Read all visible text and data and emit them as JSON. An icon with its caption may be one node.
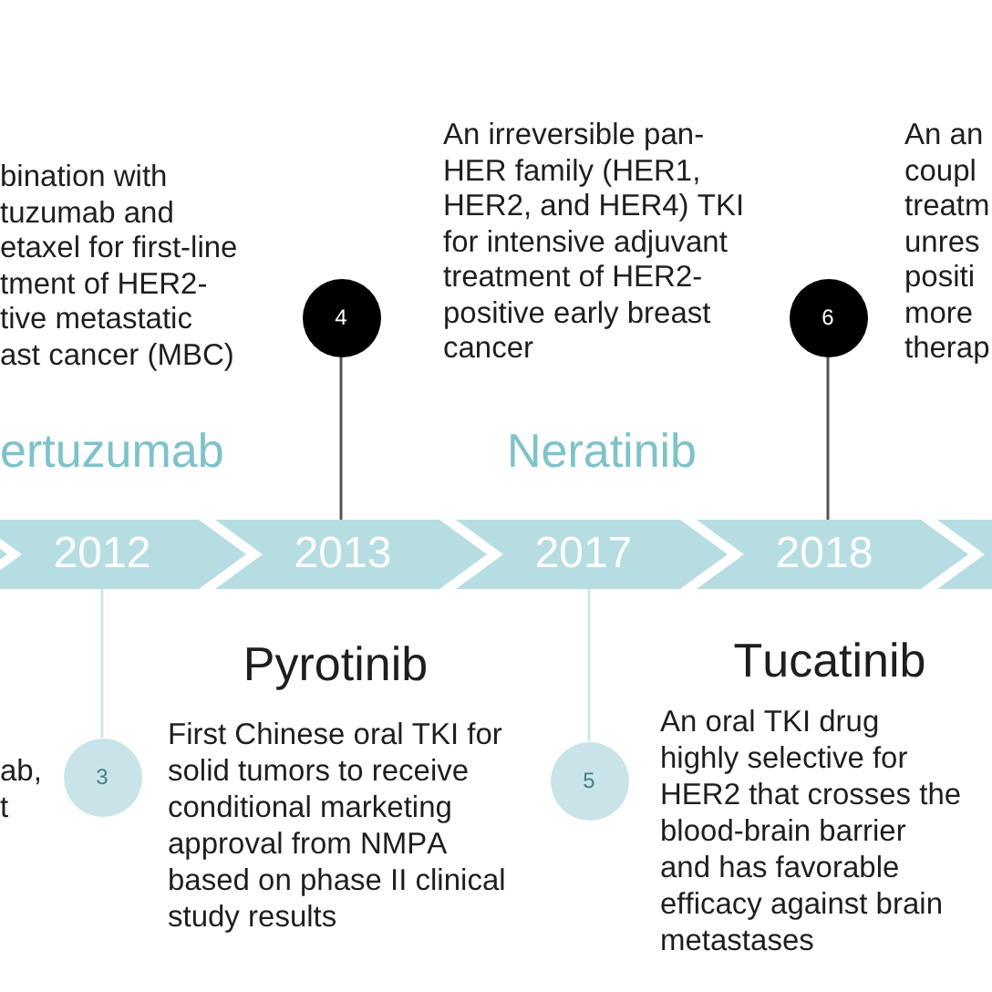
{
  "diagram": {
    "nodes": [
      {
        "text": [
          "4"
        ]
      },
      {
        "text": [
          "6"
        ]
      },
      {
        "text": [],
        "shape": "band"
      },
      {
        "text": [
          "2012"
        ]
      },
      {
        "text": [
          "2013"
        ]
      },
      {
        "text": [
          "2017"
        ]
      },
      {
        "text": [
          "2018"
        ]
      },
      {
        "text": [],
        "shape": "band"
      },
      {
        "text": [
          "3"
        ]
      },
      {
        "text": [
          "5"
        ]
      }
    ],
    "edges": [
      {
        "from": 0,
        "to": 4,
        "arrow": "none"
      },
      {
        "from": 1,
        "to": 6,
        "arrow": "none"
      },
      {
        "from": 8,
        "to": 3,
        "arrow": "none",
        "color": "#d3e4e7"
      },
      {
        "from": 9,
        "to": 5,
        "arrow": "none",
        "color": "#d3e4e7"
      }
    ],
    "labels": [
      "bination with tuzumab and etaxel for first-line tment of HER2- tive metastatic ast cancer (MBC)",
      "ertuzumab",
      "An irreversible pan- HER family (HER1, HER2, and HER4) TKI for intensive adjuvant treatment of HER2- positive early breast cancer",
      "Neratinib",
      "An an coupl treatm unres positi more therap",
      "ab, t",
      "Pyrotinib",
      "First Chinese oral TKI for solid tumors to receive conditional marketing approval from NMPA based on phase II clinical study results",
      "Tucatinib",
      "An oral TKI drug highly selective for HER2 that crosses the blood-brain barrier and has favorable efficacy against brain metastases"
    ]
  }
}
